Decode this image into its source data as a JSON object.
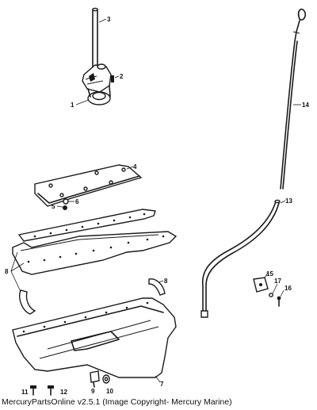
{
  "callouts": {
    "c1": "1",
    "c2": "2",
    "c3": "3",
    "c4": "4",
    "c5": "5",
    "c6": "6",
    "c7": "7",
    "c8a": "8",
    "c8b": "8",
    "c9": "9",
    "c10": "10",
    "c11": "11",
    "c12": "12",
    "c13": "13",
    "c14": "14",
    "c15": "15",
    "c16": "16",
    "c17": "17"
  },
  "footer": {
    "text": "MercuryPartsOnline v2.5.1 (Image Copyright- Mercury Marine)"
  }
}
